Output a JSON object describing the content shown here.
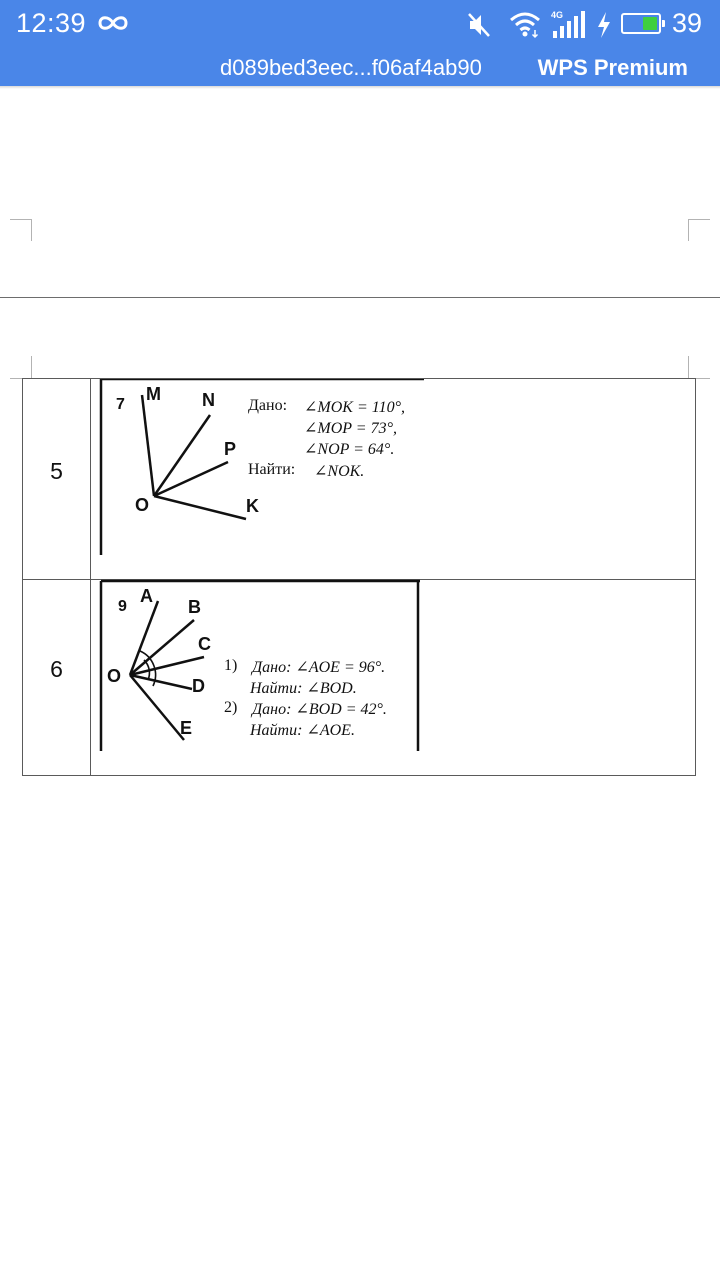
{
  "status_bar": {
    "time": "12:39",
    "network_type": "4G",
    "battery_level": "39",
    "icons": [
      "infinity-icon",
      "mute-icon",
      "wifi-icon",
      "signal-icon",
      "charging-icon",
      "battery-icon"
    ],
    "colors": {
      "background": "#4a86e8",
      "battery_fill": "#3fcf3f"
    }
  },
  "app_bar": {
    "document_title": "d089bed3eec...f06af4ab90",
    "premium_label": "WPS Premium"
  },
  "table": {
    "rows": [
      {
        "number": "5",
        "figure": {
          "problem_number": "7",
          "point_labels": [
            "M",
            "N",
            "P",
            "O",
            "K"
          ],
          "given_label": "Дано:",
          "find_label": "Найти:",
          "given": [
            "∠MOK = 110°,",
            "∠MOP = 73°,",
            "∠NOP = 64°."
          ],
          "find": "∠NOK."
        }
      },
      {
        "number": "6",
        "figure": {
          "problem_number": "9",
          "point_labels": [
            "A",
            "B",
            "C",
            "O",
            "D",
            "E"
          ],
          "part1_marker": "1)",
          "part1_given": "Дано: ∠AOE = 96°.",
          "part1_find": "Найти: ∠BOD.",
          "part2_marker": "2)",
          "part2_given": "Дано: ∠BOD = 42°.",
          "part2_find": "Найти: ∠AOE."
        }
      }
    ]
  }
}
